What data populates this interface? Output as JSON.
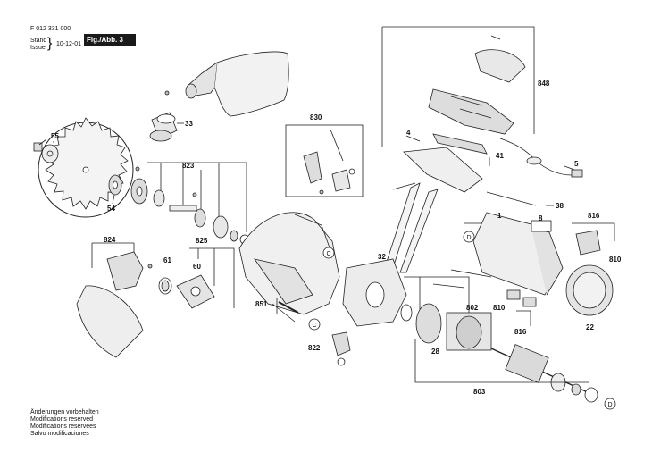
{
  "header": {
    "doc_number": "F 012 331 000",
    "stand_label": "Stand",
    "issue_label": "Issue",
    "date": "10-12-01",
    "fig_label": "Fig./Abb. 3"
  },
  "footer": {
    "lines": [
      "Änderungen vorbehalten",
      "Modifications reserved",
      "Modifications reservees",
      "Salvo modificaciones"
    ]
  },
  "part_labels": {
    "p55": "55",
    "p33": "33",
    "p54": "54",
    "p823": "823",
    "p830": "830",
    "p4": "4",
    "p41": "41",
    "p848": "848",
    "p5": "5",
    "p38": "38",
    "p1": "1",
    "p8": "8",
    "p816a": "816",
    "p810a": "810",
    "p824": "824",
    "p61": "61",
    "p60": "60",
    "p825": "825",
    "p851": "851",
    "p32": "32",
    "p22": "22",
    "p802": "802",
    "p810b": "810",
    "p816b": "816",
    "p822": "822",
    "p28": "28",
    "p803": "803"
  },
  "markers": {
    "c1": "C",
    "c2": "C",
    "d1": "D",
    "d2": "D"
  }
}
